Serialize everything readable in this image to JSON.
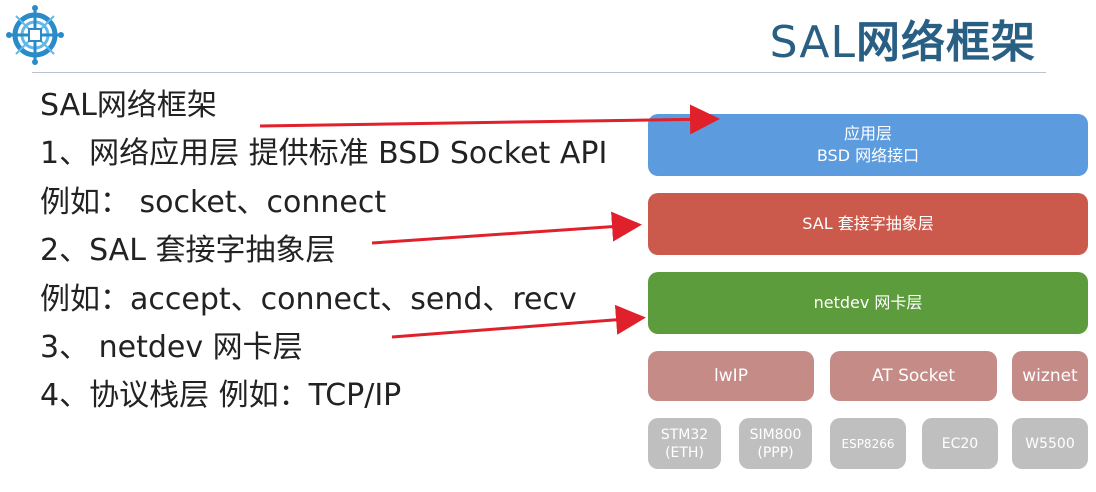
{
  "header": {
    "title_prefix": "SAL",
    "title_main": "网络框架"
  },
  "left": {
    "lines": [
      "SAL网络框架",
      "1、网络应用层 提供标准 BSD Socket API",
      "例如：  socket、connect",
      "2、SAL 套接字抽象层",
      "例如：accept、connect、send、recv",
      "3、 netdev 网卡层",
      "4、协议栈层  例如：TCP/IP"
    ]
  },
  "diagram": {
    "app_layer": {
      "line1": "应用层",
      "line2": "BSD 网络接口"
    },
    "sal_layer": "SAL 套接字抽象层",
    "netdev_layer": "netdev 网卡层",
    "protocols": [
      "lwIP",
      "AT Socket",
      "wiznet"
    ],
    "hardware": [
      {
        "line1": "STM32",
        "line2": "(ETH)"
      },
      {
        "line1": "SIM800",
        "line2": "(PPP)"
      },
      {
        "line1": "ESP8266",
        "line2": ""
      },
      {
        "line1": "EC20",
        "line2": ""
      },
      {
        "line1": "W5500",
        "line2": ""
      }
    ]
  },
  "colors": {
    "title": "#2a5f84",
    "app": "#5b9bde",
    "sal": "#cc5a4c",
    "netdev": "#5c9c3c",
    "protocol": "#c48b87",
    "hardware": "#bfbfbf",
    "arrow": "#e0202a"
  }
}
